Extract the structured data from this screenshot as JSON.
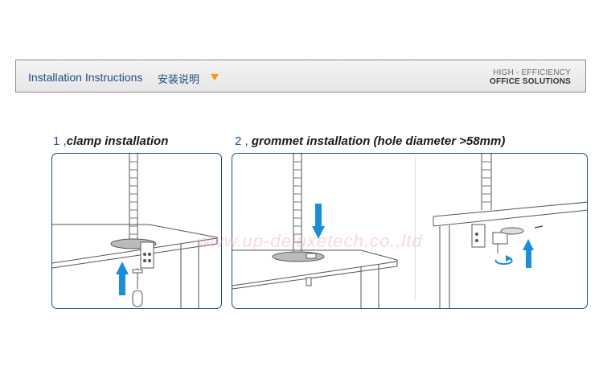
{
  "header": {
    "title": "Installation Instructions",
    "title_cn": "安装说明",
    "brand_line1": "HIGH  - EFFICIENCY",
    "brand_line2": "OFFICE SOLUTIONS"
  },
  "steps": [
    {
      "num": "1 ,",
      "label": "clamp installation"
    },
    {
      "num": "2 ,",
      "label": "grommet installation (hole diameter >58mm)"
    }
  ],
  "watermark": "www.up-deluxetech.co.,ltd",
  "colors": {
    "accent_blue": "#1e4b86",
    "arrow_blue": "#1a8fd8",
    "arrow_orange": "#f39a1c",
    "line_gray": "#555555"
  },
  "icons": [
    "dropdown-arrow-icon",
    "up-arrow-icon",
    "down-arrow-icon",
    "rotate-arrow-icon"
  ]
}
